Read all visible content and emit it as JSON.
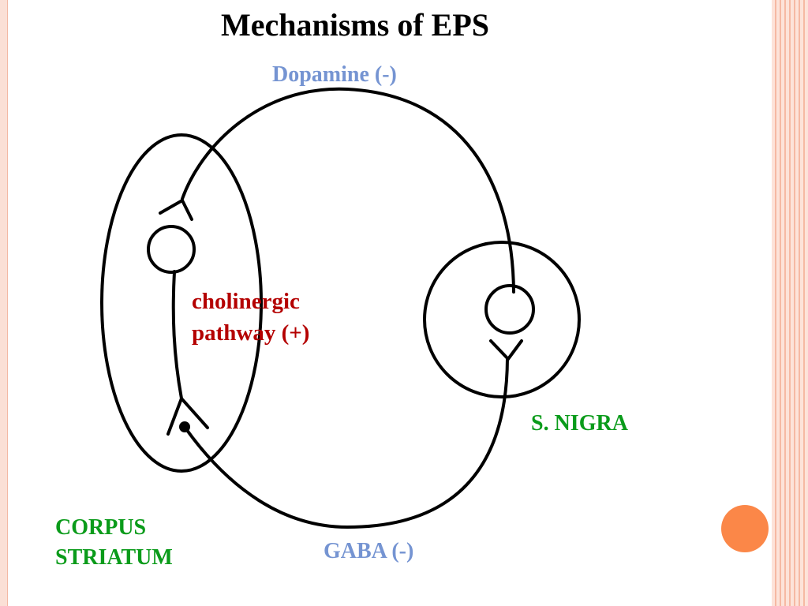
{
  "title": "Mechanisms of EPS",
  "labels": {
    "dopamine": "Dopamine (-)",
    "gaba": "GABA (-)",
    "cholinergic_line1": "cholinergic",
    "cholinergic_line2": "pathway (+)",
    "s_nigra": "S. NIGRA",
    "corpus_line1": "CORPUS",
    "corpus_line2": "STRIATUM"
  },
  "colors": {
    "neurotransmitter_label": "#7594d2",
    "pathway_label": "#b40000",
    "region_label": "#0a9b1a",
    "accent_orb": "#fb8748"
  }
}
